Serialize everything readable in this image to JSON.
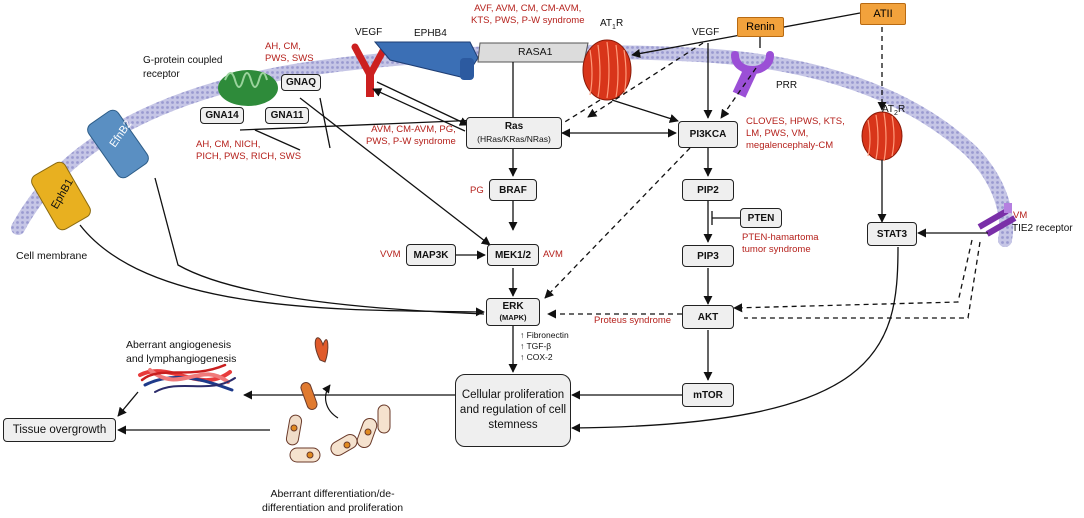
{
  "labels": {
    "gpcr": "G-protein coupled receptor",
    "cell_membrane": "Cell membrane",
    "vegf_left": "VEGF",
    "vegf_right": "VEGF",
    "ephb4": "EPHB4",
    "rasa1": "RASA1",
    "at1r_main": "AT",
    "at1r_sub": "1",
    "at1r_end": "R",
    "at2r_main": "AT",
    "at2r_sub": "2",
    "at2r_end": "R",
    "prr": "PRR",
    "renin": "Renin",
    "atii": "ATII",
    "efnb2": "EfnB2",
    "ephb1": "EphB1",
    "tie2": "TIE2 receptor",
    "aberrant_angio_1": "Aberrant angiogenesis",
    "aberrant_angio_2": "and lymphangiogenesis",
    "diff_1": "Aberrant differentiation/de-",
    "diff_2": "differentiation and proliferation",
    "ecm_1": "Fibronectin",
    "ecm_2": "TGF-β",
    "ecm_3": "COX-2"
  },
  "nodes": {
    "gnaq": "GNAQ",
    "gna14": "GNA14",
    "gna11": "GNA11",
    "ras": "Ras",
    "ras_sub": "(HRas/KRas/NRas)",
    "braf": "BRAF",
    "map3k": "MAP3K",
    "mek": "MEK1/2",
    "erk": "ERK",
    "erk_sub": "(MAPK)",
    "pi3kca": "PI3KCA",
    "pip2": "PIP2",
    "pten": "PTEN",
    "pip3": "PIP3",
    "akt": "AKT",
    "mtor": "mTOR",
    "stat3": "STAT3",
    "cellular_1": "Cellular proliferation",
    "cellular_2": "and regulation of cell",
    "cellular_3": "stemness",
    "tissue": "Tissue overgrowth"
  },
  "diseases": {
    "gnaq_1": "AH, CM,",
    "gnaq_2": "PWS, SWS",
    "gna_1": "AH, CM, NICH,",
    "gna_2": "PICH, PWS, RICH, SWS",
    "ephb4_1": "AVF, AVM, CM, CM-AVM,",
    "ephb4_2": "KTS, PWS, P-W syndrome",
    "ras_1": "AVM, CM-AVM, PG,",
    "ras_2": "PWS, P-W syndrome",
    "braf": "PG",
    "map3k": "VVM",
    "mek": "AVM",
    "pi3k_1": "CLOVES, HPWS, KTS,",
    "pi3k_2": "LM, PWS, VM,",
    "pi3k_3": "megalencephaly-CM",
    "pten_1": "PTEN-hamartoma",
    "pten_2": "tumor syndrome",
    "proteus": "Proteus syndrome",
    "vm": "VM"
  },
  "colors": {
    "red_text": "#b5211c",
    "node_fill": "#efefef",
    "orange_box": "#f2a23c",
    "membrane": "#b7b7dd",
    "efnb2": "#4f86b8",
    "ephb1": "#e8b020",
    "gpcr": "#2e8b3a",
    "vegf": "#cc2020",
    "prr": "#9b4fd6",
    "ephb4": "#3b6fb5",
    "at_receptor": "#d8351a"
  }
}
